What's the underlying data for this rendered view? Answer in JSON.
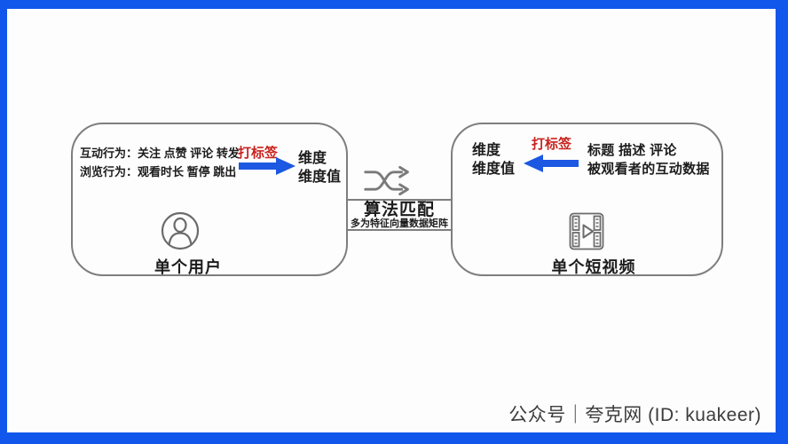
{
  "colors": {
    "frame_blue": "#1257EC",
    "arrow_blue": "#1C58E2",
    "tag_red": "#C8231E",
    "box_border": "#7E7E7E",
    "text_dark": "#1C1C1C",
    "footer_text": "#3C3C3C",
    "icon_gray": "#6B6B6B"
  },
  "left_panel": {
    "behavior_rows": [
      "互动行为：关注 点赞 评论 转发",
      "浏览行为：观看时长 暂停 跳出"
    ],
    "tag_label": "打标签",
    "dimension_lines": [
      "维度",
      "维度值"
    ],
    "entity_label": "单个用户",
    "icon": "user-icon"
  },
  "center": {
    "icon": "shuffle-icon",
    "title": "算法匹配",
    "subtitle": "多为特征向量数据矩阵"
  },
  "right_panel": {
    "tag_label": "打标签",
    "dimension_lines": [
      "维度",
      "维度值"
    ],
    "source_rows": [
      "标题 描述 评论",
      "被观看者的互动数据"
    ],
    "entity_label": "单个短视频",
    "icon": "film-icon"
  },
  "footer": {
    "credit": "公众号｜夸克网 (ID: kuakeer)"
  }
}
